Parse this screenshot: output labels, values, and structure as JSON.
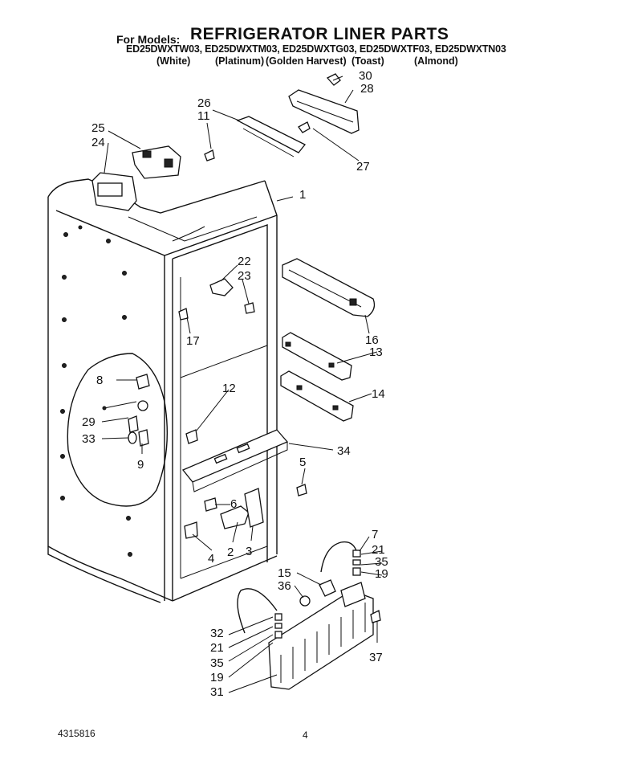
{
  "header": {
    "for_models": "For Models:",
    "title": "REFRIGERATOR LINER PARTS",
    "models_line": "ED25DWXTW03, ED25DWXTM03, ED25DWXTG03, ED25DWXTF03, ED25DWXTN03",
    "colors": [
      "(White)",
      "(Platinum)",
      "(Golden Harvest)",
      "(Toast)",
      "(Almond)"
    ]
  },
  "callouts": [
    "1",
    "2",
    "3",
    "4",
    "5",
    "6",
    "7",
    "8",
    "9",
    "11",
    "12",
    "13",
    "14",
    "15",
    "16",
    "17",
    "19",
    "19",
    "21",
    "21",
    "22",
    "23",
    "24",
    "25",
    "26",
    "27",
    "28",
    "29",
    "30",
    "31",
    "32",
    "33",
    "34",
    "35",
    "35",
    "36",
    "37"
  ],
  "footer": {
    "part_number": "4315816",
    "page_number": "4"
  }
}
